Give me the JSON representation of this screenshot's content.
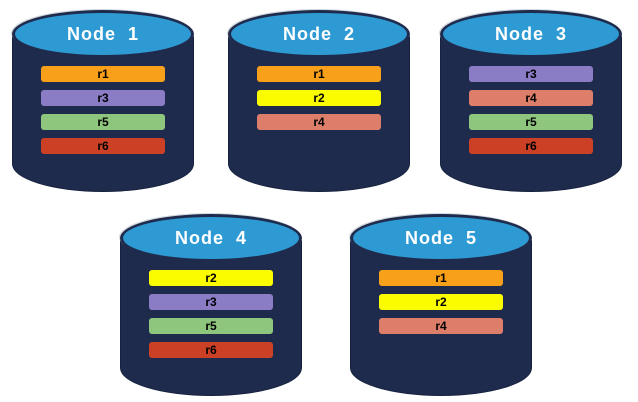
{
  "diagram": {
    "description": "Five database node cylinders showing replica placement",
    "colors": {
      "cylinder_body": "#1F2B4D",
      "cylinder_top": "#2E9AD3",
      "title_text": "#FFFFFF",
      "bar_text": "#000000",
      "background": "#FFFFFF",
      "replicas": {
        "r1": "#F9A01B",
        "r2": "#FCFC00",
        "r3": "#8B7CC6",
        "r4": "#DD7E6B",
        "r5": "#8FC67E",
        "r6": "#CC4125"
      }
    },
    "nodes": [
      {
        "label": "Node  1",
        "replicas": [
          "r1",
          "r3",
          "r5",
          "r6"
        ]
      },
      {
        "label": "Node  2",
        "replicas": [
          "r1",
          "r2",
          "r4"
        ]
      },
      {
        "label": "Node  3",
        "replicas": [
          "r3",
          "r4",
          "r5",
          "r6"
        ]
      },
      {
        "label": "Node  4",
        "replicas": [
          "r2",
          "r3",
          "r5",
          "r6"
        ]
      },
      {
        "label": "Node  5",
        "replicas": [
          "r1",
          "r2",
          "r4"
        ]
      }
    ]
  }
}
